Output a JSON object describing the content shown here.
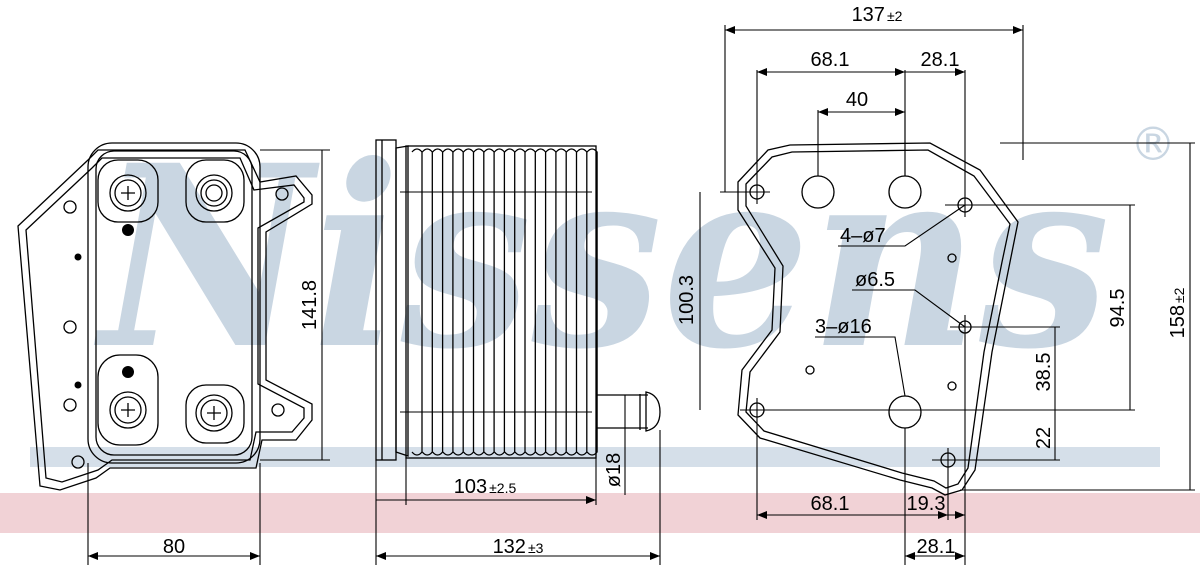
{
  "watermark": {
    "brand": "Nissens",
    "registered": "®",
    "color": "#c9d6e2",
    "band_blue": "#d5dfe9",
    "band_pink": "#f1d2d6"
  },
  "dimensions": {
    "front_width": "80",
    "front_height": "141.8",
    "side_core": "103",
    "side_core_tol": "±2.5",
    "side_total": "132",
    "side_total_tol": "±3",
    "pipe_dia": "ø18",
    "top_total": "137",
    "top_total_tol": "±2",
    "top_left": "68.1",
    "top_right": "28.1",
    "top_inner": "40",
    "holes_4": "4–ø7",
    "hole_single": "ø6.5",
    "holes_3": "3–ø16",
    "left_vertical": "100.3",
    "right_vertical_1": "94.5",
    "right_vertical_total": "158",
    "right_vertical_total_tol": "±2",
    "right_vertical_2": "38.5",
    "right_vertical_3": "22",
    "bottom_left": "68.1",
    "bottom_mid": "19.3",
    "bottom_right": "28.1"
  }
}
